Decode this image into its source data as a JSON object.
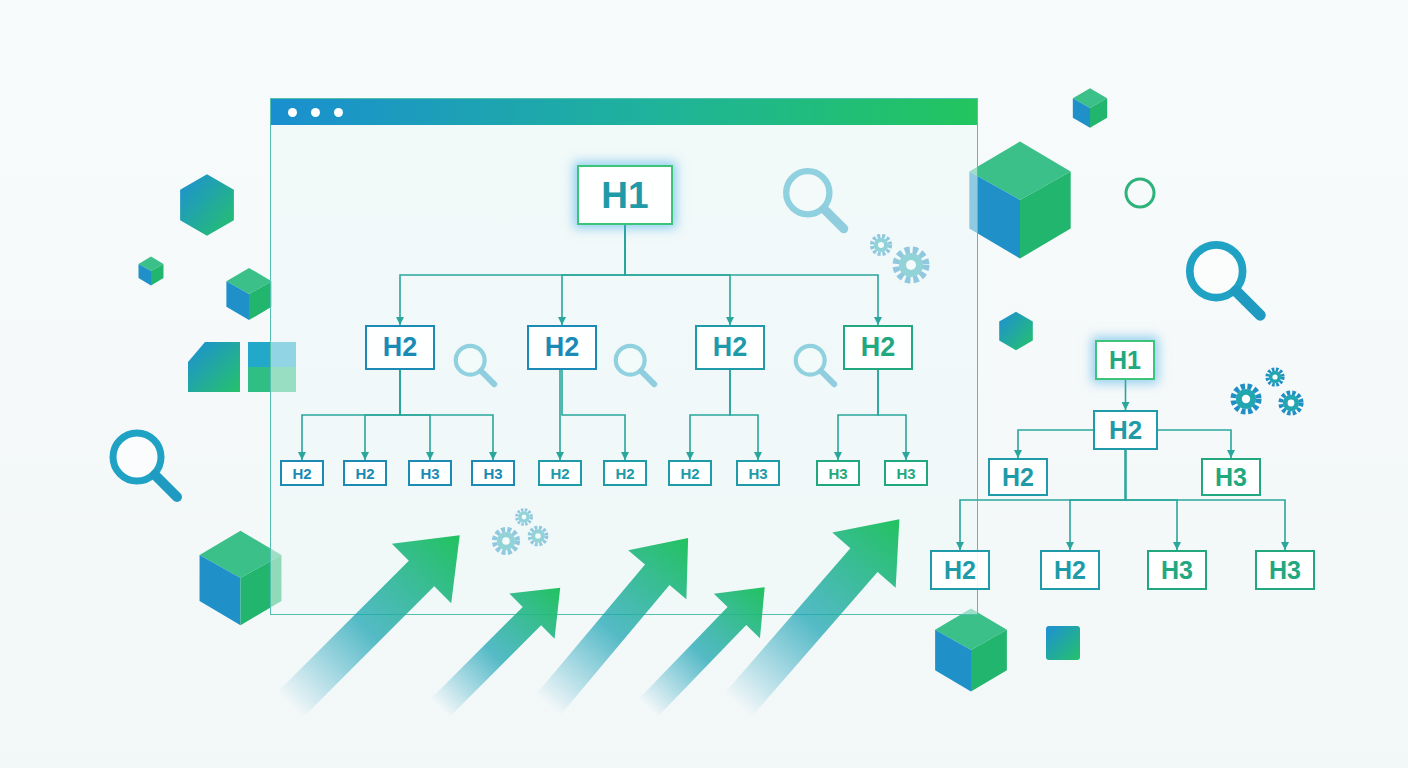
{
  "diagram": {
    "nodes": [
      {
        "text": [
          "H1"
        ]
      },
      {
        "text": [
          "H2"
        ]
      },
      {
        "text": [
          "H2"
        ]
      },
      {
        "text": [
          "H2"
        ]
      },
      {
        "text": [
          "H2"
        ]
      },
      {
        "text": [
          "H2"
        ]
      },
      {
        "text": [
          "H2"
        ]
      },
      {
        "text": [
          "H3"
        ]
      },
      {
        "text": [
          "H3"
        ]
      },
      {
        "text": [
          "H2"
        ]
      },
      {
        "text": [
          "H2"
        ]
      },
      {
        "text": [
          "H2"
        ]
      },
      {
        "text": [
          "H3"
        ]
      },
      {
        "text": [
          "H3"
        ]
      },
      {
        "text": [
          "H3"
        ]
      },
      {
        "text": [
          "H1"
        ]
      },
      {
        "text": [
          "H2"
        ]
      },
      {
        "text": [
          "H2"
        ]
      },
      {
        "text": [
          "H3"
        ]
      },
      {
        "text": [
          "H2"
        ]
      },
      {
        "text": [
          "H2"
        ]
      },
      {
        "text": [
          "H3"
        ]
      },
      {
        "text": [
          "H3"
        ]
      }
    ],
    "edges": [
      {
        "from": 0,
        "to": 1,
        "arrow": "to"
      },
      {
        "from": 0,
        "to": 2,
        "arrow": "to"
      },
      {
        "from": 0,
        "to": 3,
        "arrow": "to"
      },
      {
        "from": 0,
        "to": 4,
        "arrow": "to"
      },
      {
        "from": 1,
        "to": 5,
        "arrow": "to"
      },
      {
        "from": 1,
        "to": 6,
        "arrow": "to"
      },
      {
        "from": 1,
        "to": 7,
        "arrow": "to"
      },
      {
        "from": 1,
        "to": 8,
        "arrow": "to"
      },
      {
        "from": 2,
        "to": 9,
        "arrow": "to"
      },
      {
        "from": 2,
        "to": 10,
        "arrow": "to"
      },
      {
        "from": 3,
        "to": 11,
        "arrow": "to"
      },
      {
        "from": 3,
        "to": 12,
        "arrow": "to"
      },
      {
        "from": 4,
        "to": 13,
        "arrow": "to"
      },
      {
        "from": 4,
        "to": 14,
        "arrow": "to"
      },
      {
        "from": 15,
        "to": 16,
        "arrow": "to"
      },
      {
        "from": 16,
        "to": 17,
        "arrow": "to"
      },
      {
        "from": 16,
        "to": 18,
        "arrow": "to"
      },
      {
        "from": 16,
        "to": 19,
        "arrow": "to"
      },
      {
        "from": 16,
        "to": 20,
        "arrow": "to"
      },
      {
        "from": 16,
        "to": 21,
        "arrow": "to"
      },
      {
        "from": 16,
        "to": 22,
        "arrow": "to"
      }
    ]
  }
}
